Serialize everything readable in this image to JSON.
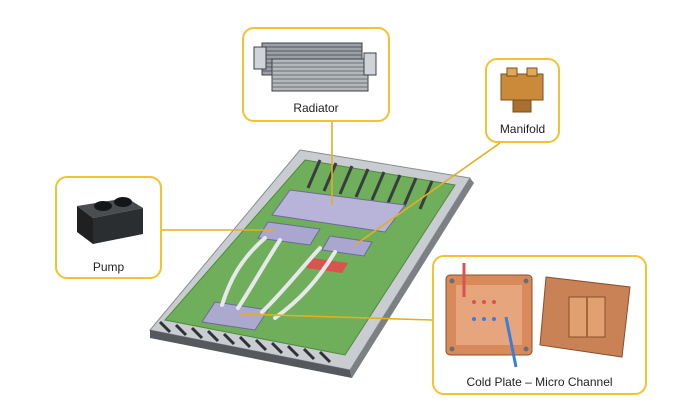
{
  "labels": {
    "radiator": "Radiator",
    "manifold": "Manifold",
    "pump": "Pump",
    "cold_plate": "Cold Plate – Micro Channel"
  },
  "colors": {
    "callout_border": "#f2c230",
    "leader_line": "#e0b020",
    "board_green": "#6fae5a",
    "chassis": "#d8dbde",
    "copper": "#d98a5a"
  }
}
